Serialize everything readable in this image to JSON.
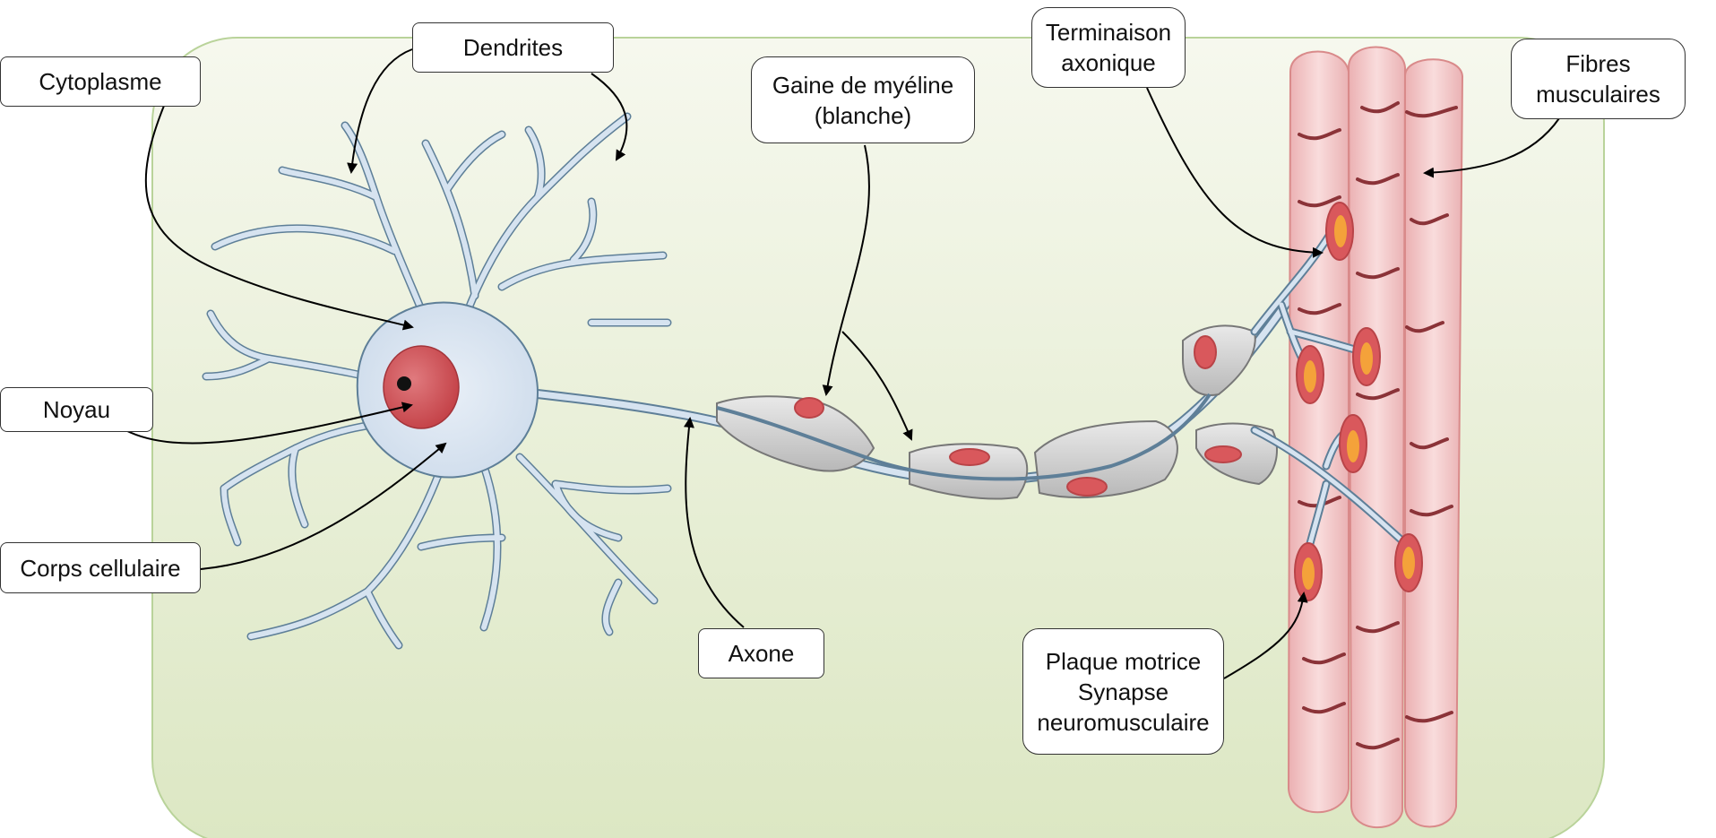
{
  "labels": {
    "cytoplasme": "Cytoplasme",
    "dendrites": "Dendrites",
    "gaine": "Gaine de myéline\n(blanche)",
    "terminaison": "Terminaison\naxonique",
    "fibres": "Fibres\nmusculaires",
    "noyau": "Noyau",
    "corps": "Corps cellulaire",
    "axone": "Axone",
    "plaque": "Plaque motrice\nSynapse\nneuromusculaire"
  },
  "colors": {
    "background_panel": "#dfe8c8",
    "neuron_fill": "#d6e3f0",
    "neuron_stroke": "#5e7f98",
    "nucleus": "#c94a4f",
    "myelin": "#cfcfcf",
    "muscle_fill": "#f3c4c4",
    "muscle_stroke": "#d98a8a",
    "motor_plate": "#f4a23a"
  }
}
